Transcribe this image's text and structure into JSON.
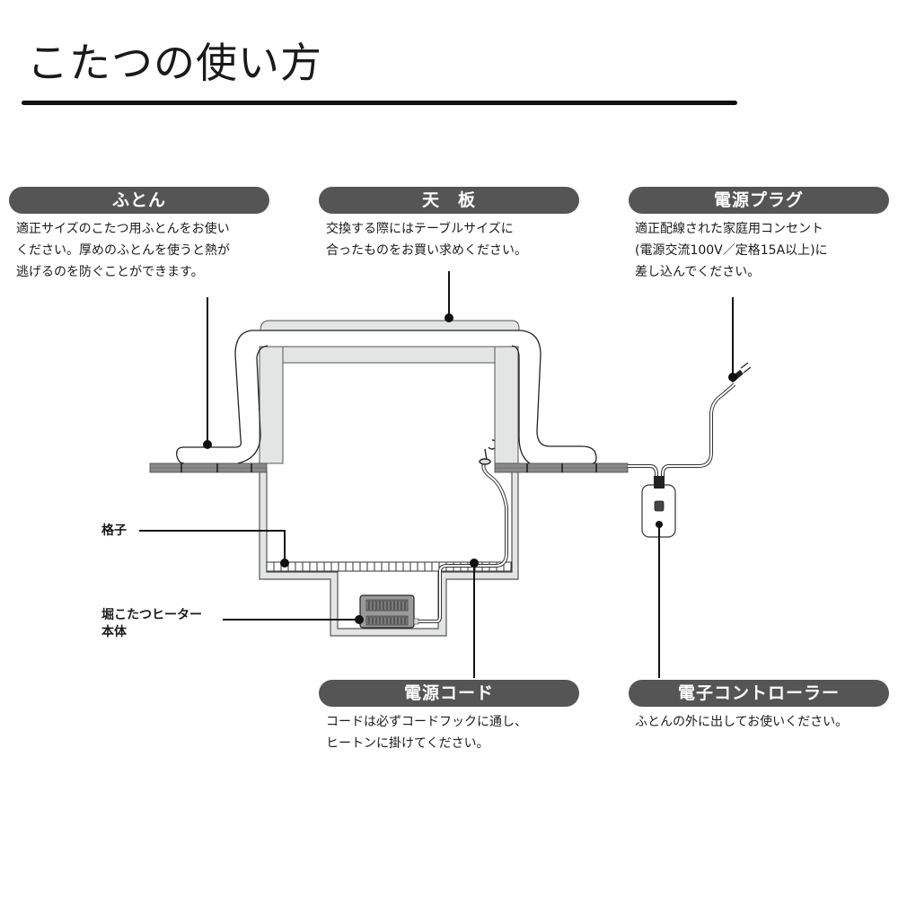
{
  "page": {
    "title": "こたつの使い方"
  },
  "callouts": {
    "futon": {
      "heading": "ふとん",
      "text": "適正サイズのこたつ用ふとんをお使い\nください。厚めのふとんを使うと熱が\n逃げるのを防ぐことができます。"
    },
    "tabletop": {
      "heading": "天　板",
      "text": "交換する際にはテーブルサイズに\n合ったものをお買い求めください。"
    },
    "power_plug": {
      "heading": "電源プラグ",
      "text": "適正配線された家庭用コンセント\n(電源交流100V／定格15A以上)に\n差し込んでください。"
    },
    "power_cord": {
      "heading": "電源コード",
      "text": "コードは必ずコードフックに通し、\nヒートンに掛けてください。"
    },
    "controller": {
      "heading": "電子コントローラー",
      "text": "ふとんの外に出してお使いください。"
    }
  },
  "labels": {
    "grid": "格子",
    "heater_unit": "堀こたつヒーター\n本体"
  },
  "colors": {
    "pill_bg": "#555555",
    "pill_text": "#ffffff",
    "line": "#1a1a1a",
    "fill_light": "#e3e4e4",
    "floor": "#8a8a8a"
  }
}
